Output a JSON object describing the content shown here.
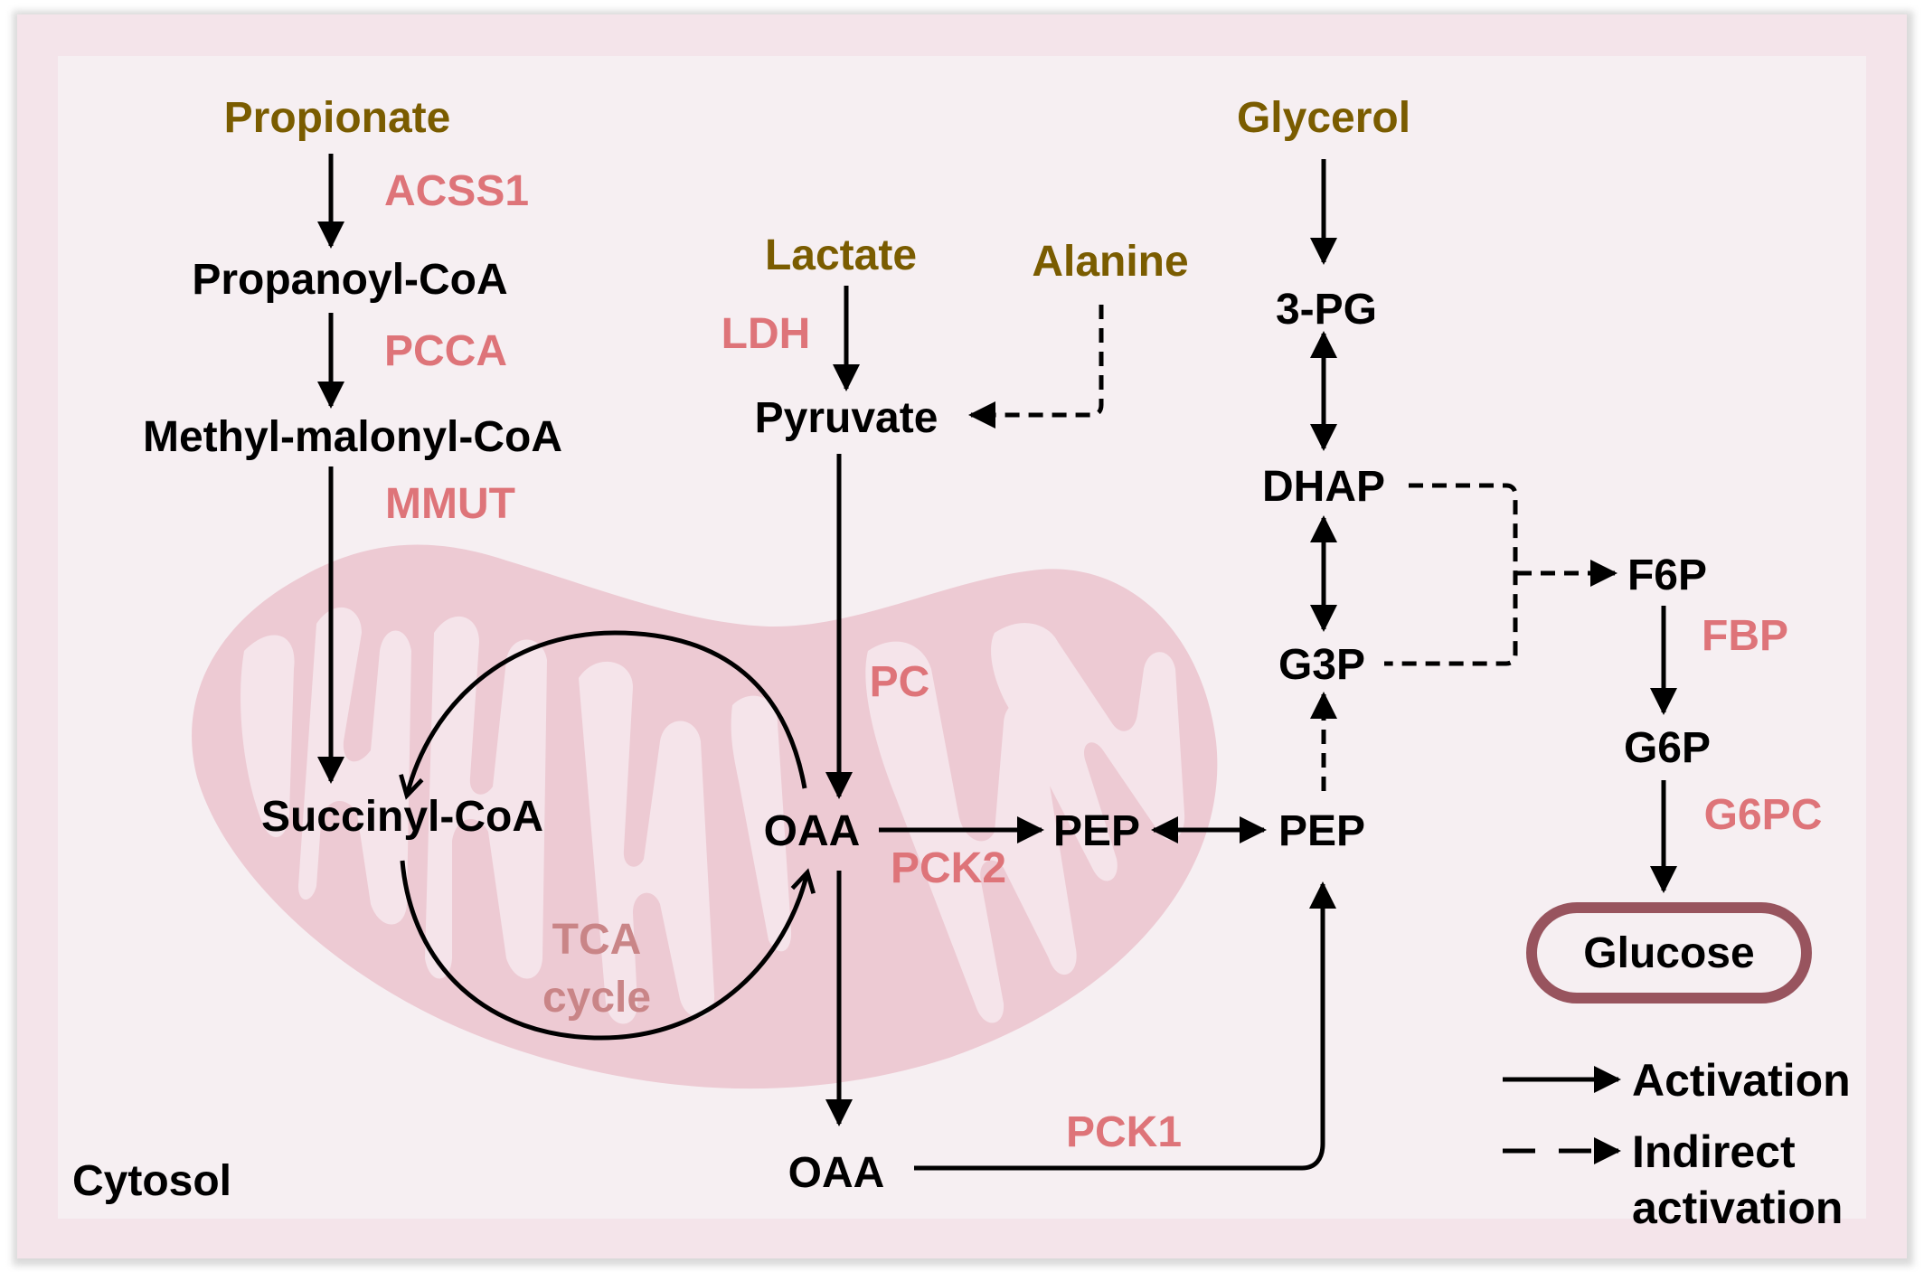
{
  "figure": {
    "compartments": {
      "cytosol_label": "Cytosol"
    },
    "substrates": {
      "propionate": "Propionate",
      "lactate": "Lactate",
      "alanine": "Alanine",
      "glycerol": "Glycerol"
    },
    "metabolites": {
      "propanoyl_coa": "Propanoyl-CoA",
      "methylmalonyl_coa": "Methyl-malonyl-CoA",
      "succinyl_coa": "Succinyl-CoA",
      "pyruvate": "Pyruvate",
      "oaa_mito": "OAA",
      "pep_mito": "PEP",
      "pep_cyto": "PEP",
      "oaa_cyto": "OAA",
      "three_pg": "3-PG",
      "dhap": "DHAP",
      "g3p": "G3P",
      "f6p": "F6P",
      "g6p": "G6P",
      "glucose": "Glucose"
    },
    "enzymes": {
      "acss1": "ACSS1",
      "pcca": "PCCA",
      "mmut": "MMUT",
      "ldh": "LDH",
      "pc": "PC",
      "pck2": "PCK2",
      "pck1": "PCK1",
      "fbp": "FBP",
      "g6pc": "G6PC"
    },
    "tca": {
      "line1": "TCA",
      "line2": "cycle"
    },
    "legend": {
      "activation": "Activation",
      "indirect_line1": "Indirect",
      "indirect_line2": "activation"
    },
    "colors": {
      "substrate": "#7a5c00",
      "enzyme": "#de7479",
      "tca_label": "#c98587",
      "mitochondrion_outer": "#edcad3",
      "mitochondrion_inner": "#f5e4ea",
      "glucose_border": "#98545e",
      "cytosol_bg": "#f6eff2",
      "frame": "#f4e4ea"
    }
  }
}
